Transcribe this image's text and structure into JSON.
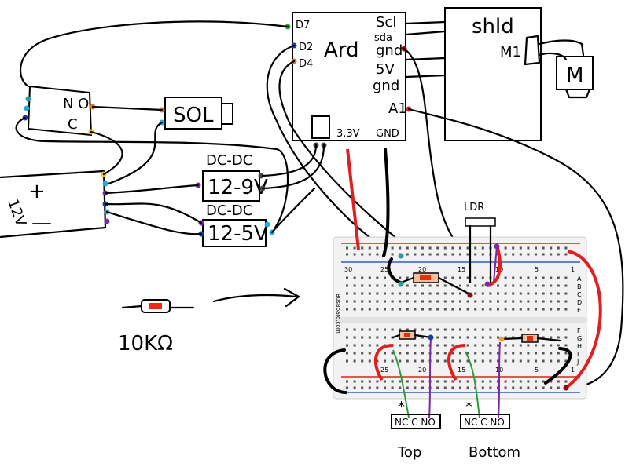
{
  "arduino": {
    "title": "Ard",
    "pins_left": [
      "D7",
      "D2",
      "D4"
    ],
    "pins_right": [
      "Scl",
      "sda",
      "gnd",
      "5V",
      "gnd",
      "A1"
    ],
    "pins_bottom": [
      "3.3V",
      "GND"
    ]
  },
  "shield": {
    "title": "shld",
    "motor_port": "M1",
    "motor": "M"
  },
  "relay": {
    "no": "N O",
    "c": "C"
  },
  "solenoid": "SOL",
  "converter_9v": {
    "title": "DC-DC",
    "label": "12-9V"
  },
  "converter_5v": {
    "title": "DC-DC",
    "label": "12-5V"
  },
  "supply": {
    "plus": "+",
    "minus": "—",
    "voltage": "12V"
  },
  "resistor_legend": "10KΩ",
  "ldr": "LDR",
  "breadboard": {
    "brand": "BusBoard.com",
    "col_numbers": [
      "30",
      "25",
      "20",
      "15",
      "10",
      "5",
      "1"
    ],
    "rows_top": [
      "A",
      "B",
      "C",
      "D",
      "E"
    ],
    "rows_bottom": [
      "F",
      "G",
      "H",
      "I",
      "J"
    ]
  },
  "switch_top": {
    "pins": "NC C NO",
    "mark": "*",
    "caption": "Top"
  },
  "switch_bottom": {
    "pins": "NC C NO",
    "mark": "*",
    "caption": "Bottom"
  }
}
